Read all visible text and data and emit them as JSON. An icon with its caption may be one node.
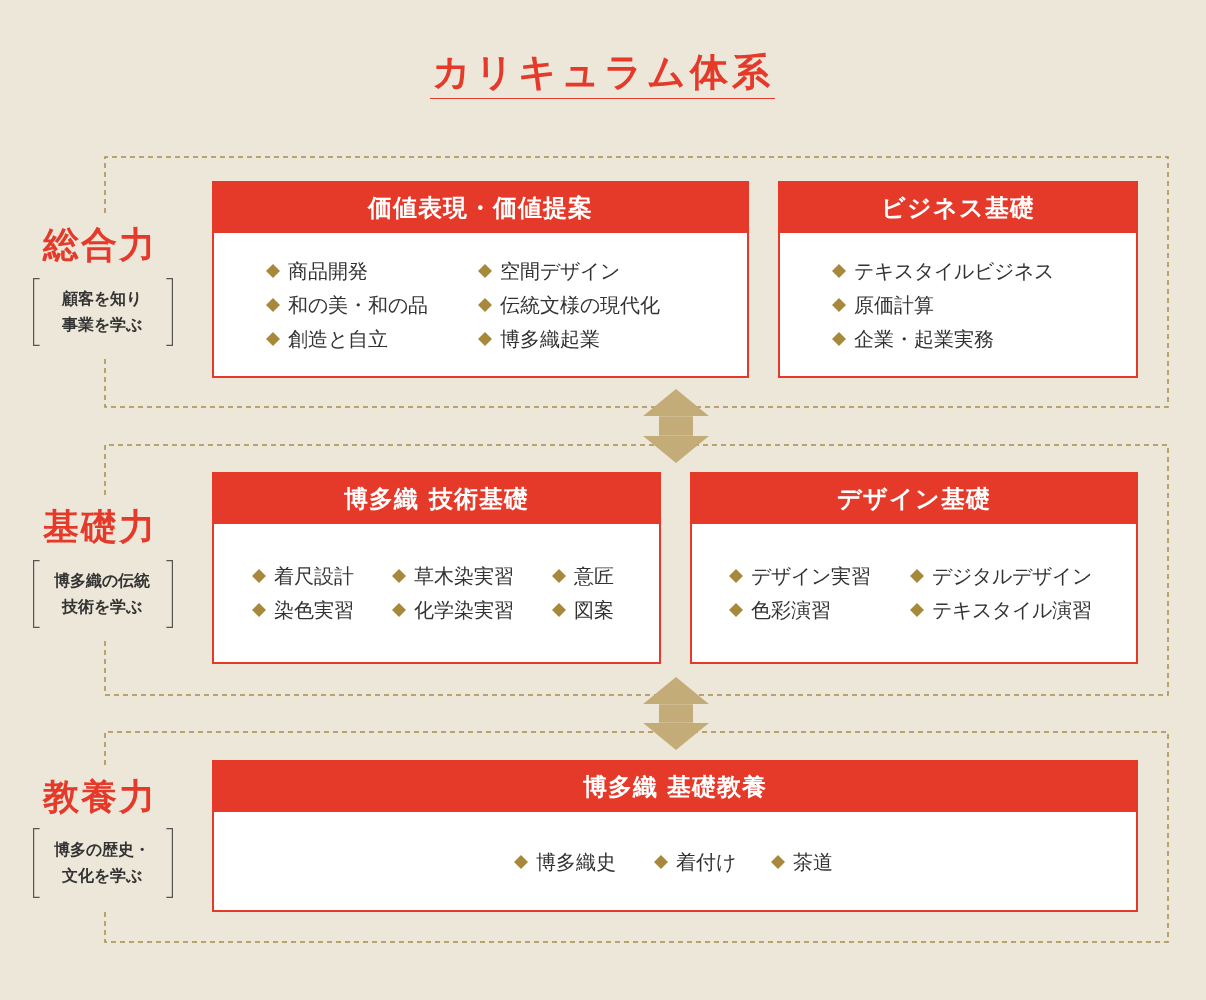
{
  "diagram": {
    "title": "カリキュラム体系",
    "nodes": [
      {
        "text": [
          "総合力",
          "顧客を知り事業を学ぶ"
        ]
      },
      {
        "text": [
          "価値表現・価値提案",
          "商品開発",
          "空間デザイン",
          "和の美・和の品",
          "伝統文様の現代化",
          "創造と自立",
          "博多織起業"
        ],
        "in": 0
      },
      {
        "text": [
          "ビジネス基礎",
          "テキスタイルビジネス",
          "原価計算",
          "企業・起業実務"
        ],
        "in": 0
      },
      {
        "text": [
          "基礎力",
          "博多織の伝統技術を学ぶ"
        ]
      },
      {
        "text": [
          "博多織 技術基礎",
          "着尺設計",
          "草木染実習",
          "意匠",
          "染色実習",
          "化学染実習",
          "図案"
        ],
        "in": 3
      },
      {
        "text": [
          "デザイン基礎",
          "デザイン実習",
          "デジタルデザイン",
          "色彩演習",
          "テキスタイル演習"
        ],
        "in": 3
      },
      {
        "text": [
          "教養力",
          "博多の歴史・文化を学ぶ"
        ]
      },
      {
        "text": [
          "博多織 基礎教養",
          "博多織史",
          "着付け",
          "茶道"
        ],
        "in": 6
      }
    ],
    "edges": [
      {
        "from": 0,
        "to": 3,
        "arrow": "both"
      },
      {
        "from": 3,
        "to": 6,
        "arrow": "both"
      }
    ]
  }
}
